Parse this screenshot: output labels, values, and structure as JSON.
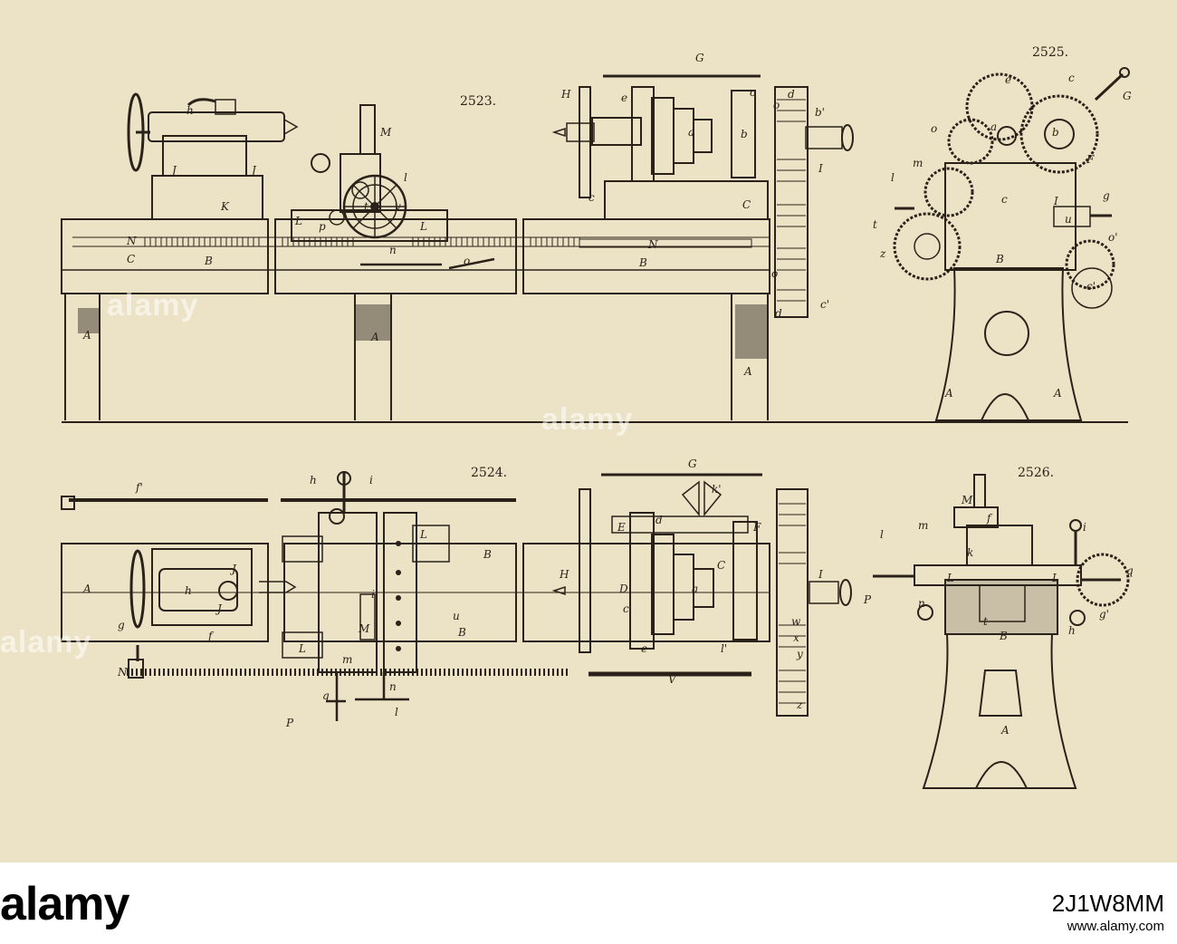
{
  "figures": {
    "fig_2523": "2523.",
    "fig_2524": "2524.",
    "fig_2525": "2525.",
    "fig_2526": "2526."
  },
  "labels_2523": [
    "h",
    "M",
    "l",
    "J",
    "J",
    "K",
    "L",
    "p",
    "v",
    "t",
    "L",
    "N",
    "C",
    "B",
    "n",
    "o",
    "A",
    "A",
    "H",
    "e",
    "a",
    "c",
    "b",
    "d",
    "b'",
    "I",
    "c",
    "C",
    "N",
    "B",
    "o",
    "o",
    "d",
    "c'",
    "A",
    "G"
  ],
  "labels_2524": [
    "f'",
    "h",
    "i",
    "L",
    "B",
    "A",
    "J",
    "h",
    "J",
    "g",
    "f",
    "i",
    "M",
    "L",
    "u",
    "B",
    "N",
    "m",
    "q",
    "n",
    "P",
    "l",
    "G",
    "k'",
    "E",
    "d",
    "F",
    "H",
    "D",
    "C",
    "a",
    "c",
    "e",
    "l'",
    "V",
    "I",
    "w",
    "x",
    "y",
    "z"
  ],
  "labels_2525": [
    "c",
    "e",
    "G",
    "o",
    "a",
    "b",
    "m",
    "F",
    "l",
    "c",
    "g",
    "u",
    "I",
    "t",
    "B",
    "o'",
    "z",
    "c'",
    "A",
    "A"
  ],
  "labels_2526": [
    "M",
    "f",
    "m",
    "k",
    "l",
    "i",
    "L",
    "L",
    "q",
    "P",
    "n",
    "t",
    "h",
    "g'",
    "B",
    "A"
  ],
  "watermark": "alamy",
  "footer": {
    "logo": "alamy",
    "stock_id": "2J1W8MM",
    "url": "www.alamy.com"
  },
  "colors": {
    "paper": "#ece2c6",
    "ink": "#2a2218",
    "footer_bg": "#ffffff"
  }
}
